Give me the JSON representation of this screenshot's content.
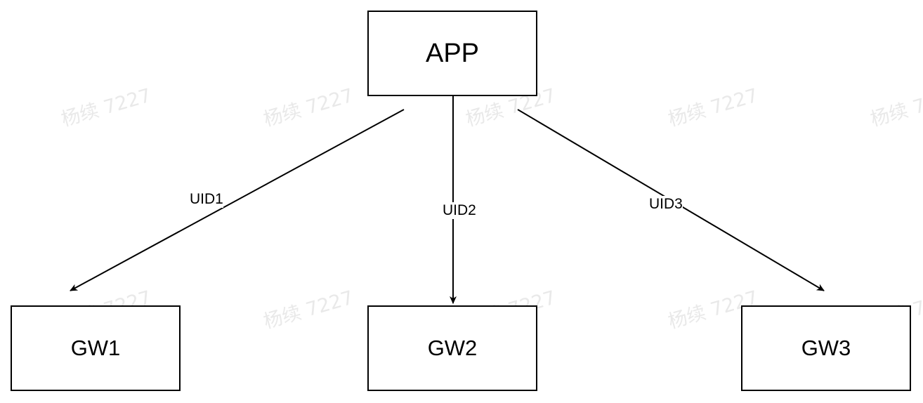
{
  "watermark": {
    "text": "杨续 7227"
  },
  "nodes": {
    "app": "APP",
    "gw1": "GW1",
    "gw2": "GW2",
    "gw3": "GW3"
  },
  "edges": [
    {
      "from": "APP",
      "to": "GW1",
      "label": "UID1"
    },
    {
      "from": "APP",
      "to": "GW2",
      "label": "UID2"
    },
    {
      "from": "APP",
      "to": "GW3",
      "label": "UID3"
    }
  ]
}
